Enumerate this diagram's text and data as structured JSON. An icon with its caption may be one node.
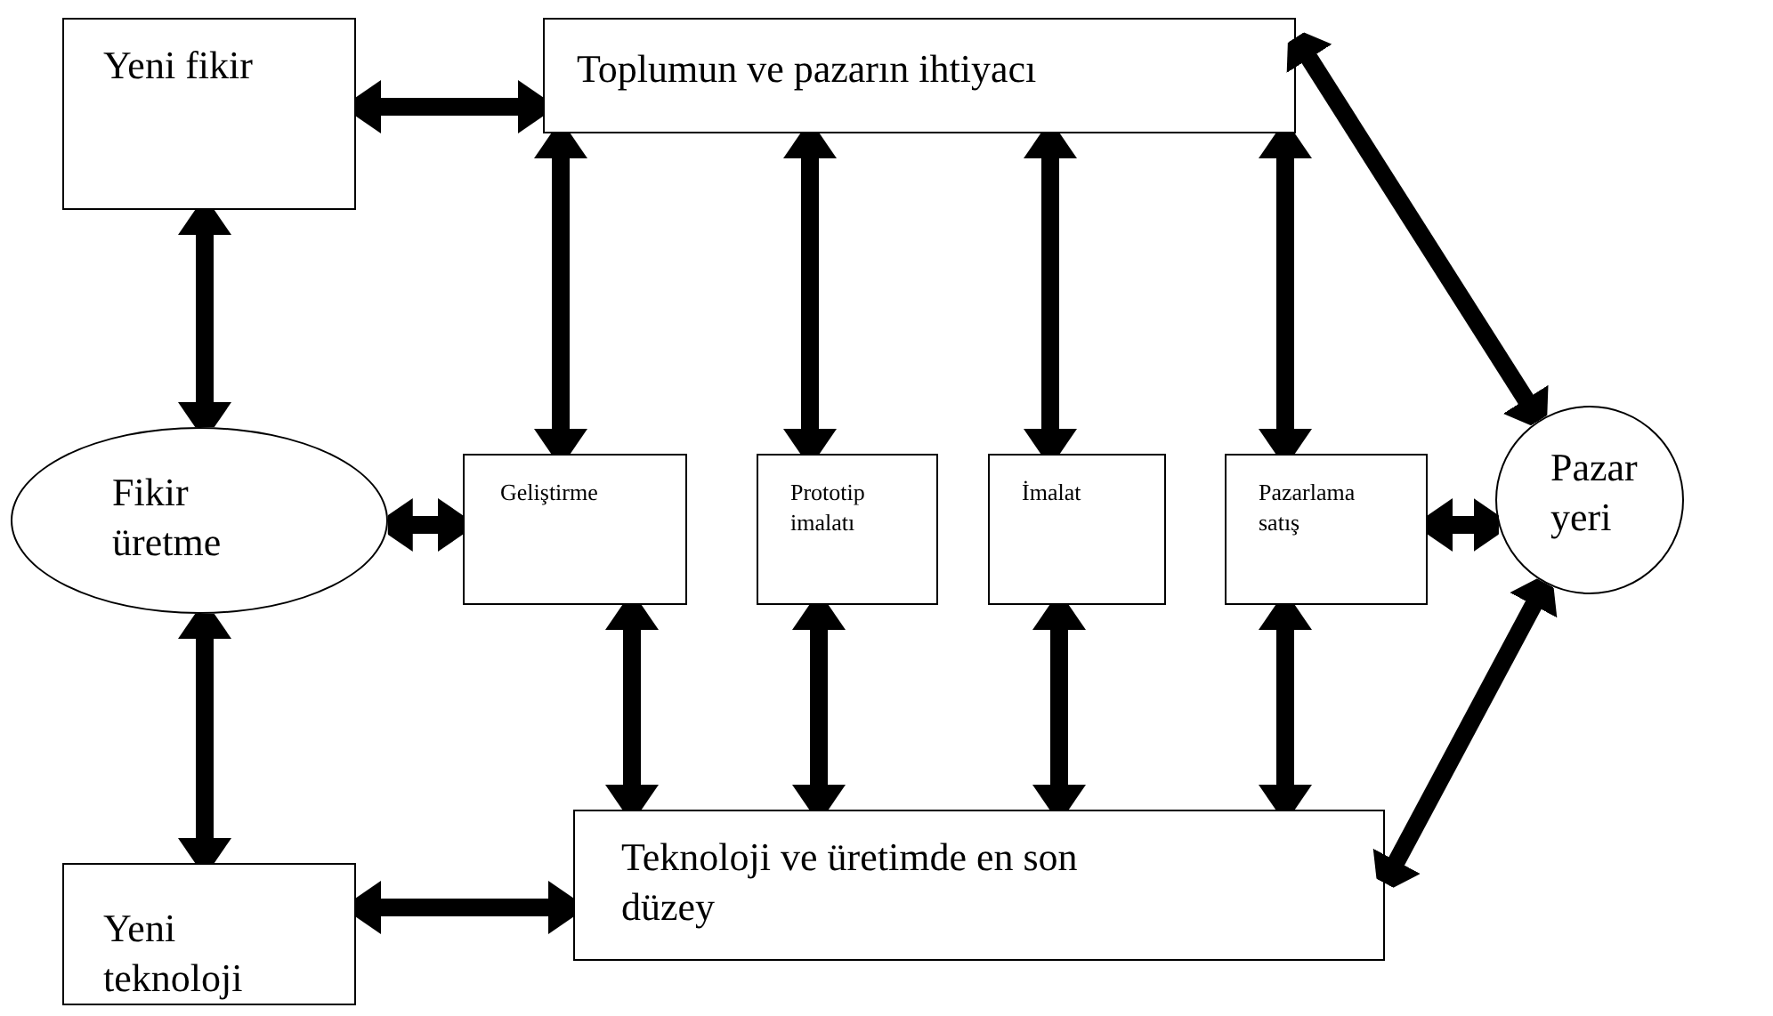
{
  "diagram": {
    "nodes": [
      {
        "text": [
          "Yeni fikir"
        ]
      },
      {
        "text": [
          "Toplumun ve pazarın ihtiyacı"
        ]
      },
      {
        "text": [
          "Fikir üretme"
        ]
      },
      {
        "text": [
          "Geliştirme"
        ]
      },
      {
        "text": [
          "Prototip imalatı"
        ]
      },
      {
        "text": [
          "İmalat"
        ]
      },
      {
        "text": [
          "Pazarlama satış"
        ]
      },
      {
        "text": [
          "Pazar yeri"
        ]
      },
      {
        "text": [
          "Yeni teknoloji"
        ]
      },
      {
        "text": [
          "Teknoloji ve üretimde en son düzey"
        ]
      }
    ],
    "edges": [
      {
        "from": 0,
        "to": 1,
        "arrow": "both"
      },
      {
        "from": 1,
        "to": 7,
        "arrow": "both"
      },
      {
        "from": 0,
        "to": 2,
        "arrow": "both"
      },
      {
        "from": 1,
        "to": 3,
        "arrow": "both"
      },
      {
        "from": 1,
        "to": 4,
        "arrow": "both"
      },
      {
        "from": 1,
        "to": 5,
        "arrow": "both"
      },
      {
        "from": 1,
        "to": 6,
        "arrow": "both"
      },
      {
        "from": 2,
        "to": 3,
        "arrow": "both"
      },
      {
        "from": 6,
        "to": 7,
        "arrow": "both"
      },
      {
        "from": 2,
        "to": 8,
        "arrow": "both"
      },
      {
        "from": 3,
        "to": 9,
        "arrow": "both"
      },
      {
        "from": 4,
        "to": 9,
        "arrow": "both"
      },
      {
        "from": 5,
        "to": 9,
        "arrow": "both"
      },
      {
        "from": 6,
        "to": 9,
        "arrow": "both"
      },
      {
        "from": 8,
        "to": 9,
        "arrow": "both"
      },
      {
        "from": 7,
        "to": 9,
        "arrow": "both"
      }
    ]
  }
}
